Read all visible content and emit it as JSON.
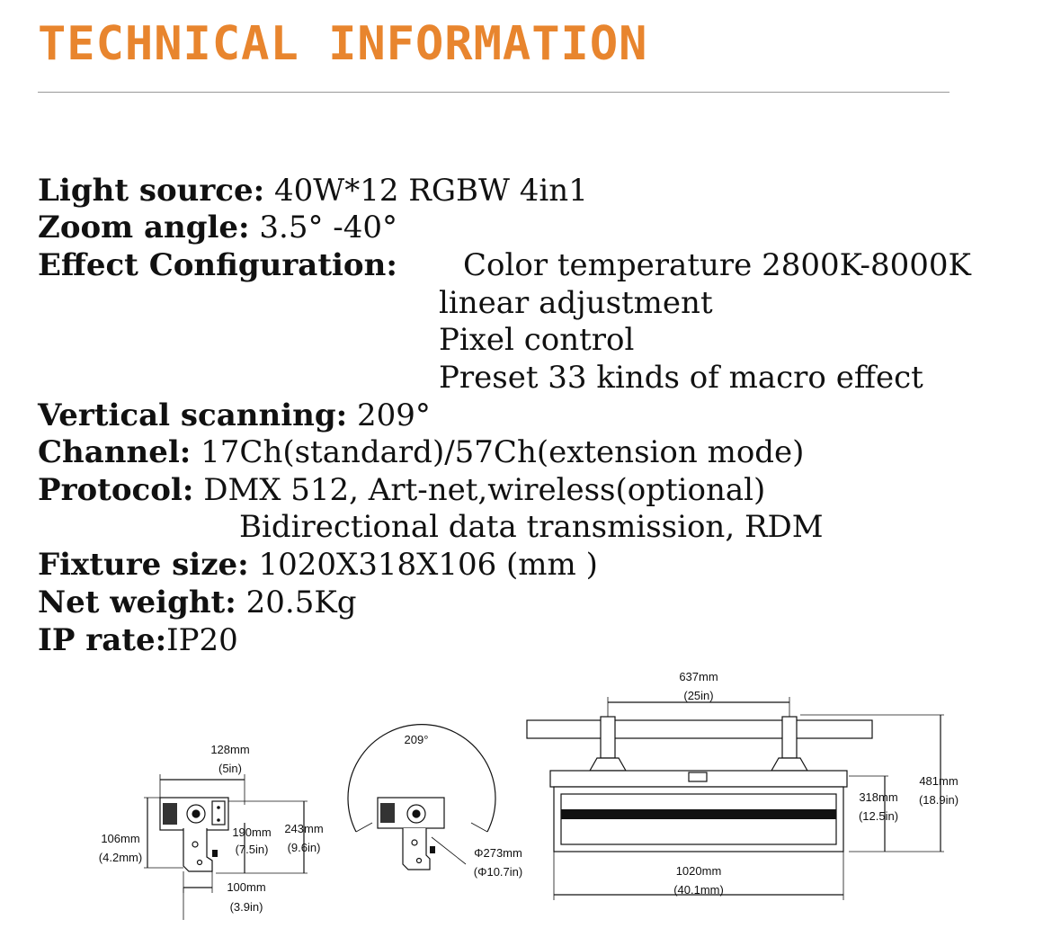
{
  "header": {
    "title": "TECHNICAL INFORMATION"
  },
  "specs": {
    "light_source": {
      "label": "Light source:",
      "value": " 40W*12 RGBW 4in1"
    },
    "zoom_angle": {
      "label": "Zoom angle:",
      "value": " 3.5° -40°"
    },
    "effect": {
      "label": "Effect Configuration:",
      "lines": [
        "Color temperature 2800K-8000K",
        "linear adjustment",
        "Pixel control",
        "Preset 33 kinds of macro effect"
      ]
    },
    "vertical_scanning": {
      "label": "Vertical scanning:",
      "value": " 209°"
    },
    "channel": {
      "label": "Channel:",
      "value": " 17Ch(standard)/57Ch(extension mode)"
    },
    "protocol": {
      "label": "Protocol:",
      "value": " DMX 512, Art-net,wireless(optional)",
      "line2": "Bidirectional data transmission, RDM"
    },
    "fixture_size": {
      "label": "Fixture size:",
      "value": " 1020X318X106 (mm )"
    },
    "net_weight": {
      "label": "Net weight:",
      "value": " 20.5Kg"
    },
    "ip_rate": {
      "label": "IP rate:",
      "value": "IP20"
    }
  },
  "dimensions": {
    "side_width_mm": "128mm",
    "side_width_in": "(5in)",
    "side_depth_mm": "106mm",
    "side_depth_in": "(4.2mm)",
    "side_h1_mm": "190mm",
    "side_h1_in": "(7.5in)",
    "side_h2_mm": "243mm",
    "side_h2_in": "(9.6in)",
    "side_base_mm": "100mm",
    "side_base_in": "(3.9in)",
    "scan_angle": "209°",
    "swing_dia_mm": "Φ273mm",
    "swing_dia_in": "(Φ10.7in)",
    "front_bracket_mm": "637mm",
    "front_bracket_in": "(25in)",
    "front_height_mm": "318mm",
    "front_height_in": "(12.5in)",
    "front_total_mm": "481mm",
    "front_total_in": "(18.9in)",
    "front_width_mm": "1020mm",
    "front_width_in": "(40.1mm)"
  }
}
